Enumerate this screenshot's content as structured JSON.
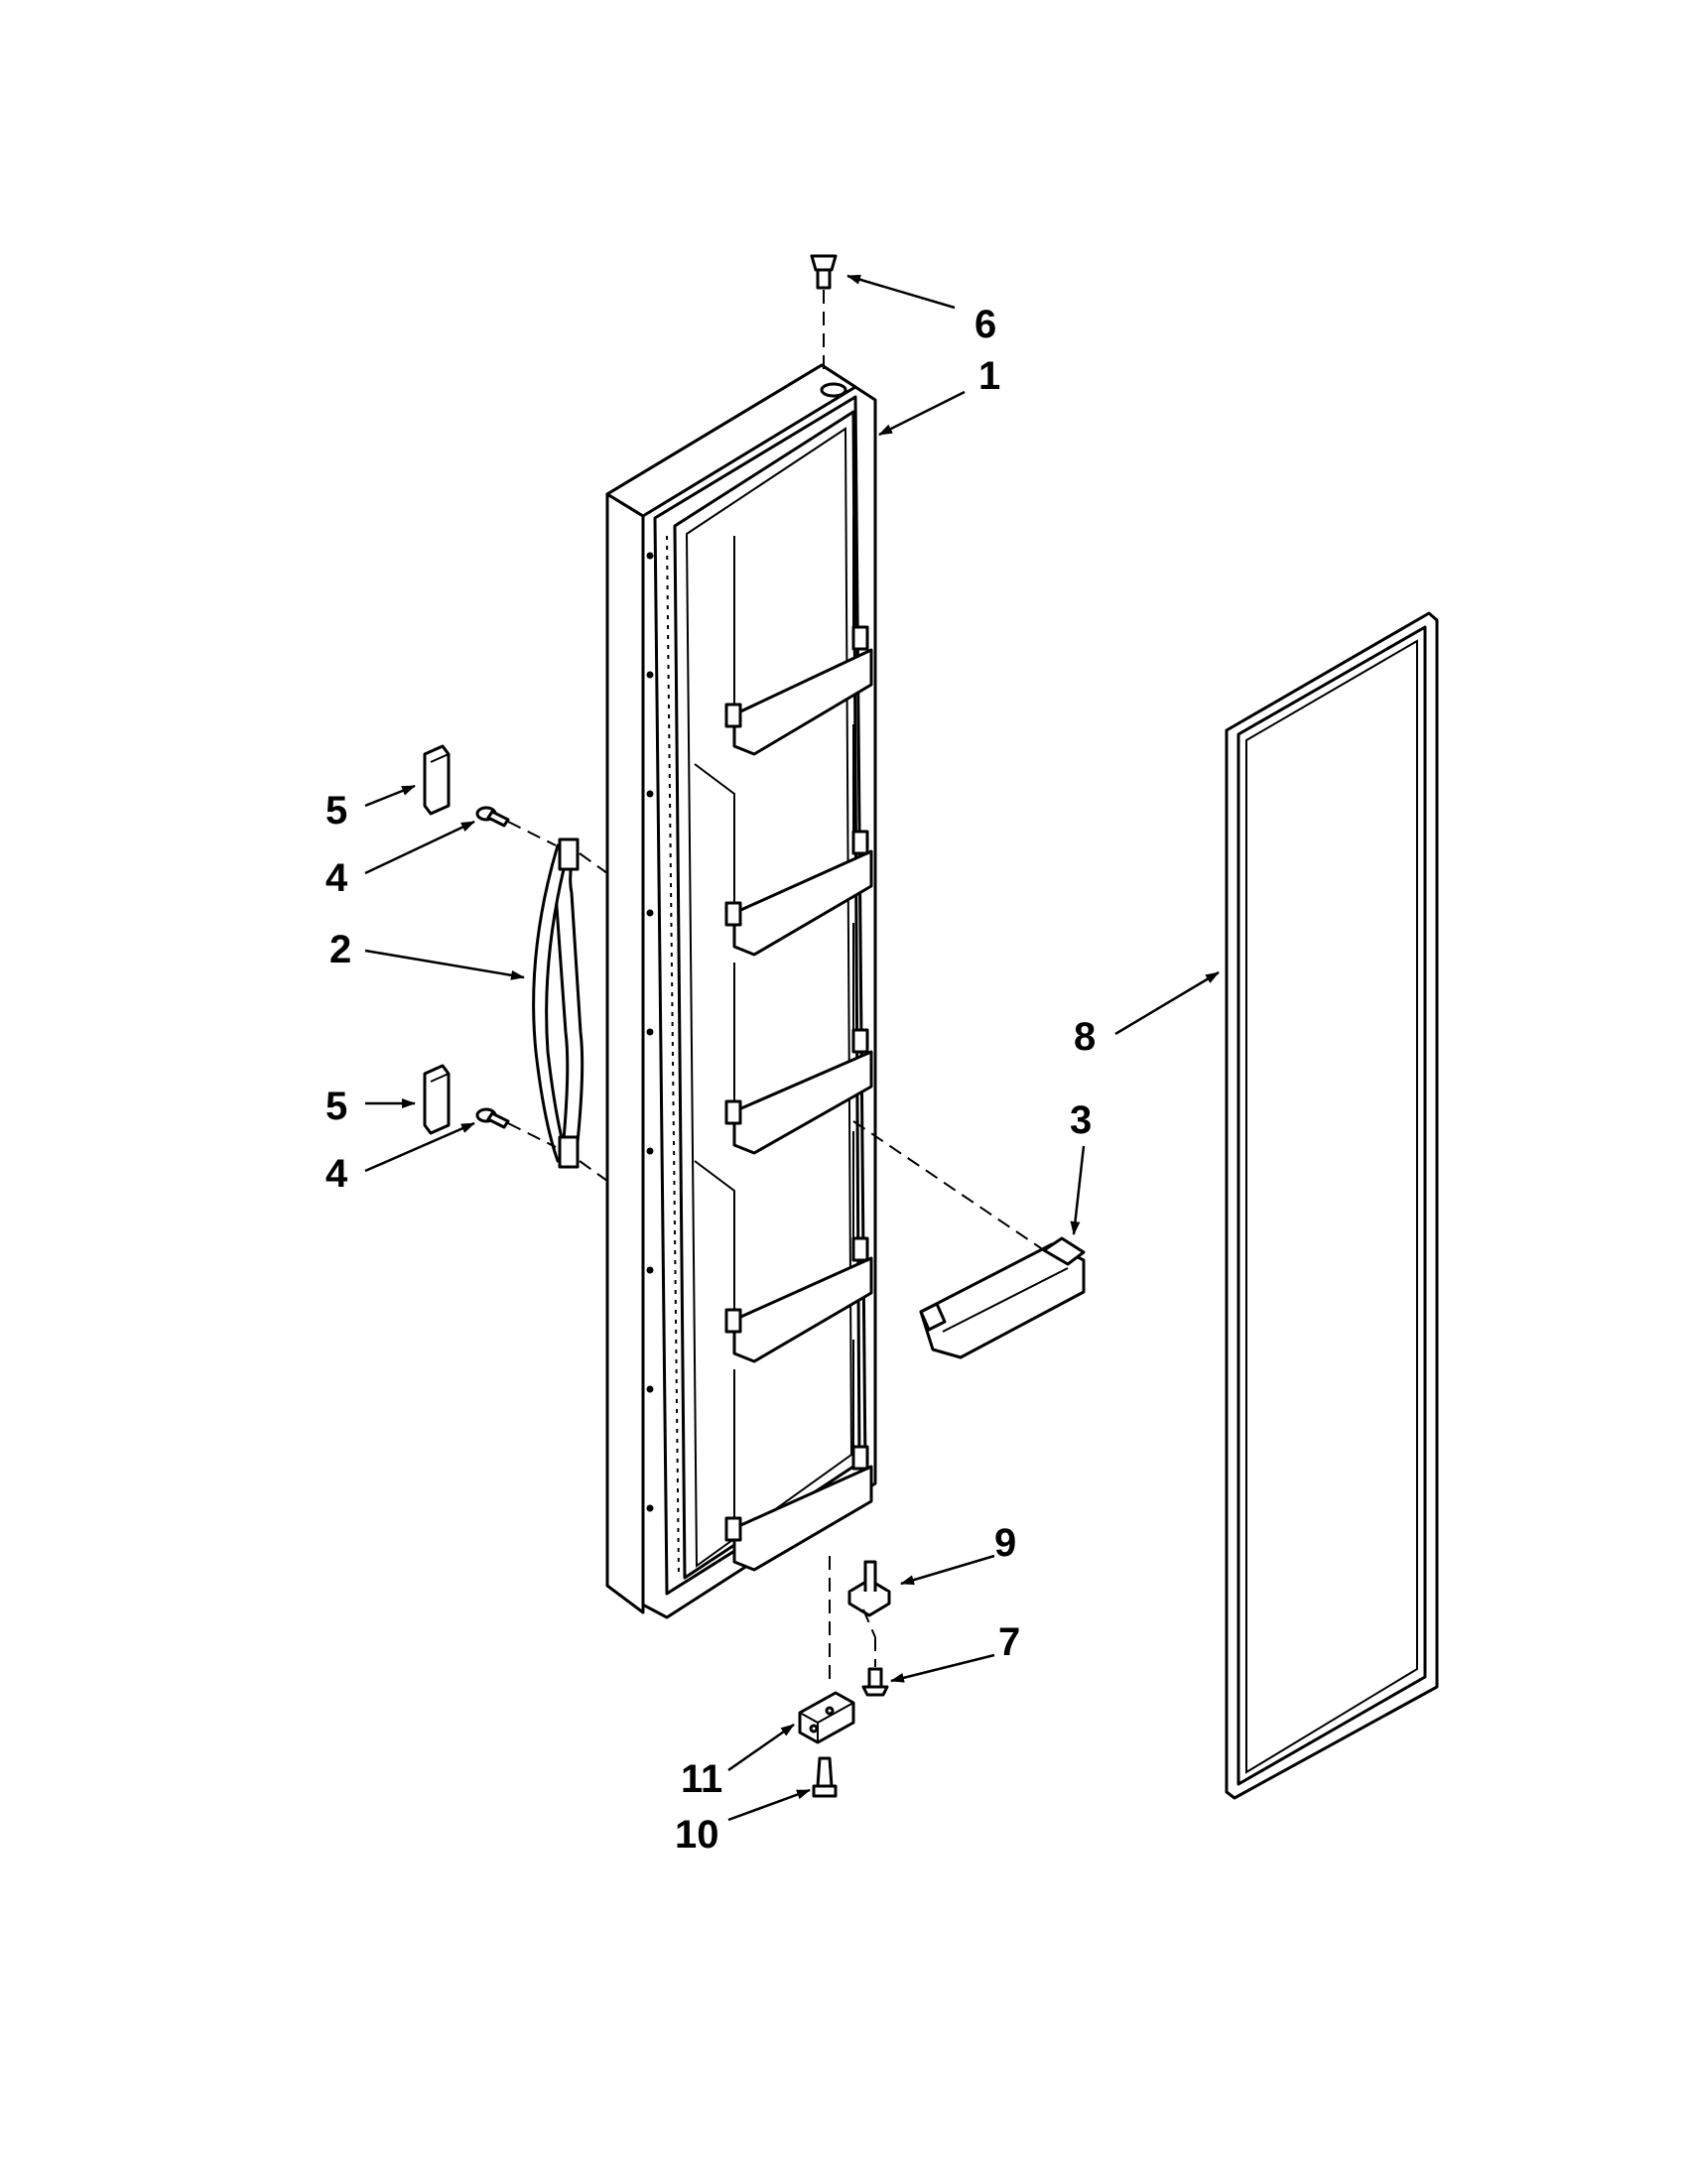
{
  "callouts": {
    "c1": "1",
    "c2": "2",
    "c3": "3",
    "c4a": "4",
    "c4b": "4",
    "c5a": "5",
    "c5b": "5",
    "c6": "6",
    "c7": "7",
    "c8": "8",
    "c9": "9",
    "c10": "10",
    "c11": "11"
  },
  "colors": {
    "line": "#000000",
    "background": "#ffffff"
  }
}
